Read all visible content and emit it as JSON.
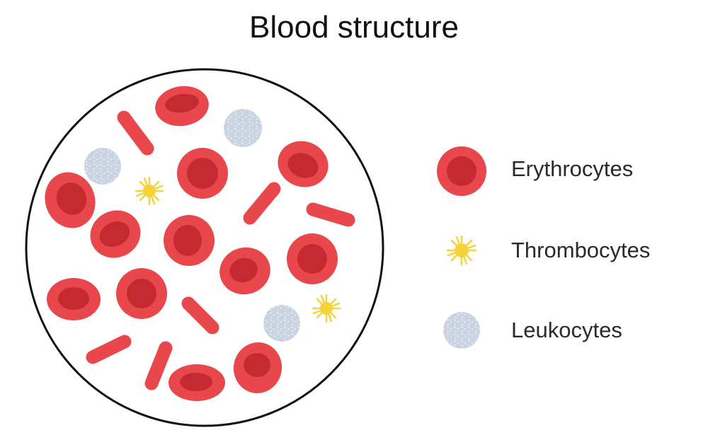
{
  "title": "Blood structure",
  "legend": {
    "erythrocytes": "Erythrocytes",
    "thrombocytes": "Thrombocytes",
    "leukocytes": "Leukocytes"
  },
  "colors": {
    "erythrocyte_outer": "#e8474b",
    "erythrocyte_inner": "#c42a2f",
    "thrombocyte": "#f4d33c",
    "leukocyte": "#c9d3e2",
    "outline": "#111111"
  }
}
